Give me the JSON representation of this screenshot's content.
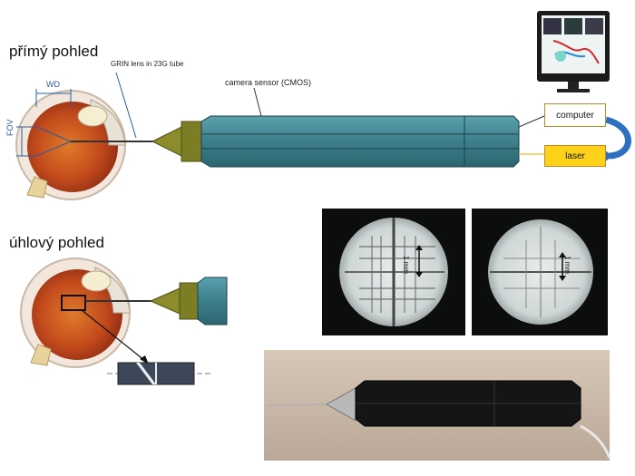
{
  "headings": {
    "direct_view": "přímý pohled",
    "angled_view": "úhlový pohled"
  },
  "labels": {
    "grin_lens": "GRIN lens in 23G tube",
    "camera_sensor": "camera sensor (CMOS)",
    "wd": "WD",
    "fov": "FOV",
    "scale_1": "1 mm",
    "scale_2": "1 mm"
  },
  "boxes": {
    "computer": "computer",
    "laser": "laser"
  },
  "colors": {
    "probe_body": "#3d7f8c",
    "probe_edge": "#1d3f46",
    "tip_cone": "#8c8c2c",
    "laser_box": "#ffd21a",
    "feedback_arrow": "#2f6fbf",
    "eye_sclera": "#f3e6dc",
    "eye_retina": "#b9451d"
  },
  "icons": {
    "monitor": "monitor-icon",
    "arrow": "curved-arrow-icon"
  }
}
